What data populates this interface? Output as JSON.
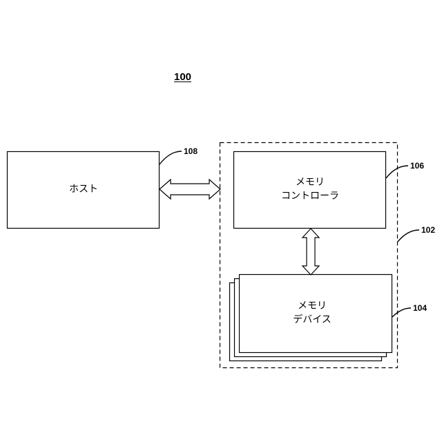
{
  "figure": {
    "number": "100"
  },
  "host": {
    "label": "ホスト",
    "ref": "108"
  },
  "memory_system": {
    "ref": "102"
  },
  "memory_controller": {
    "label_line1": "メモリ",
    "label_line2": "コントローラ",
    "ref": "106"
  },
  "memory_devices": {
    "label_line1": "メモリ",
    "label_line2": "デバイス",
    "ref": "104"
  }
}
